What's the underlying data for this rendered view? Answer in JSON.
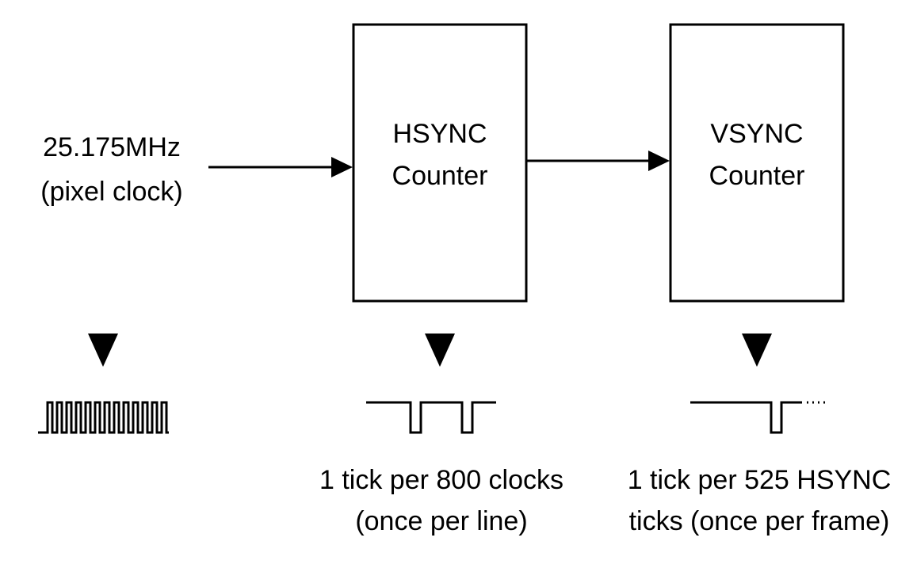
{
  "input": {
    "frequency": "25.175MHz",
    "description": "(pixel clock)"
  },
  "hsync": {
    "title": "HSYNC",
    "subtitle": "Counter",
    "caption_line1": "1 tick per 800 clocks",
    "caption_line2": "(once per line)"
  },
  "vsync": {
    "title": "VSYNC",
    "subtitle": "Counter",
    "caption_line1": "1 tick per 525 HSYNC",
    "caption_line2": "ticks (once per frame)"
  },
  "colors": {
    "stroke": "#000000",
    "background": "#ffffff"
  }
}
